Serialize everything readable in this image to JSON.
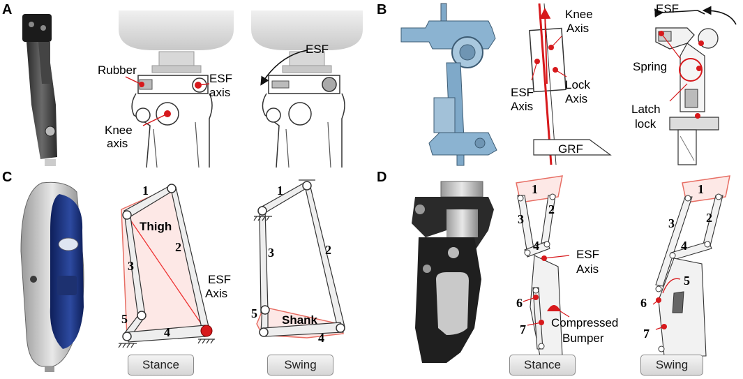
{
  "panels": {
    "a": "A",
    "b": "B",
    "c": "C",
    "d": "D"
  },
  "panel_a": {
    "rubber": "Rubber",
    "esf_axis_1": "ESF",
    "esf_axis_2": "axis",
    "knee_axis_1": "Knee",
    "knee_axis_2": "axis",
    "esf": "ESF"
  },
  "panel_b": {
    "knee_axis_1": "Knee",
    "knee_axis_2": "Axis",
    "esf_axis_1": "ESF",
    "esf_axis_2": "Axis",
    "lock_axis_1": "Lock",
    "lock_axis_2": "Axis",
    "grf": "GRF",
    "esf": "ESF",
    "spring": "Spring",
    "latch_1": "Latch",
    "latch_2": "lock"
  },
  "panel_c": {
    "thigh": "Thigh",
    "shank": "Shank",
    "esf_axis_1": "ESF",
    "esf_axis_2": "Axis",
    "links": [
      "1",
      "2",
      "3",
      "4",
      "5"
    ],
    "stance": "Stance",
    "swing": "Swing"
  },
  "panel_d": {
    "esf_axis_1": "ESF",
    "esf_axis_2": "Axis",
    "bumper_1": "Compressed",
    "bumper_2": "Bumper",
    "links": [
      "1",
      "2",
      "3",
      "4",
      "5",
      "6",
      "7"
    ],
    "stance": "Stance",
    "swing": "Swing"
  },
  "colors": {
    "accent": "#d7191c",
    "metal": "#7fa9c9",
    "link_fill": "#efefef"
  }
}
